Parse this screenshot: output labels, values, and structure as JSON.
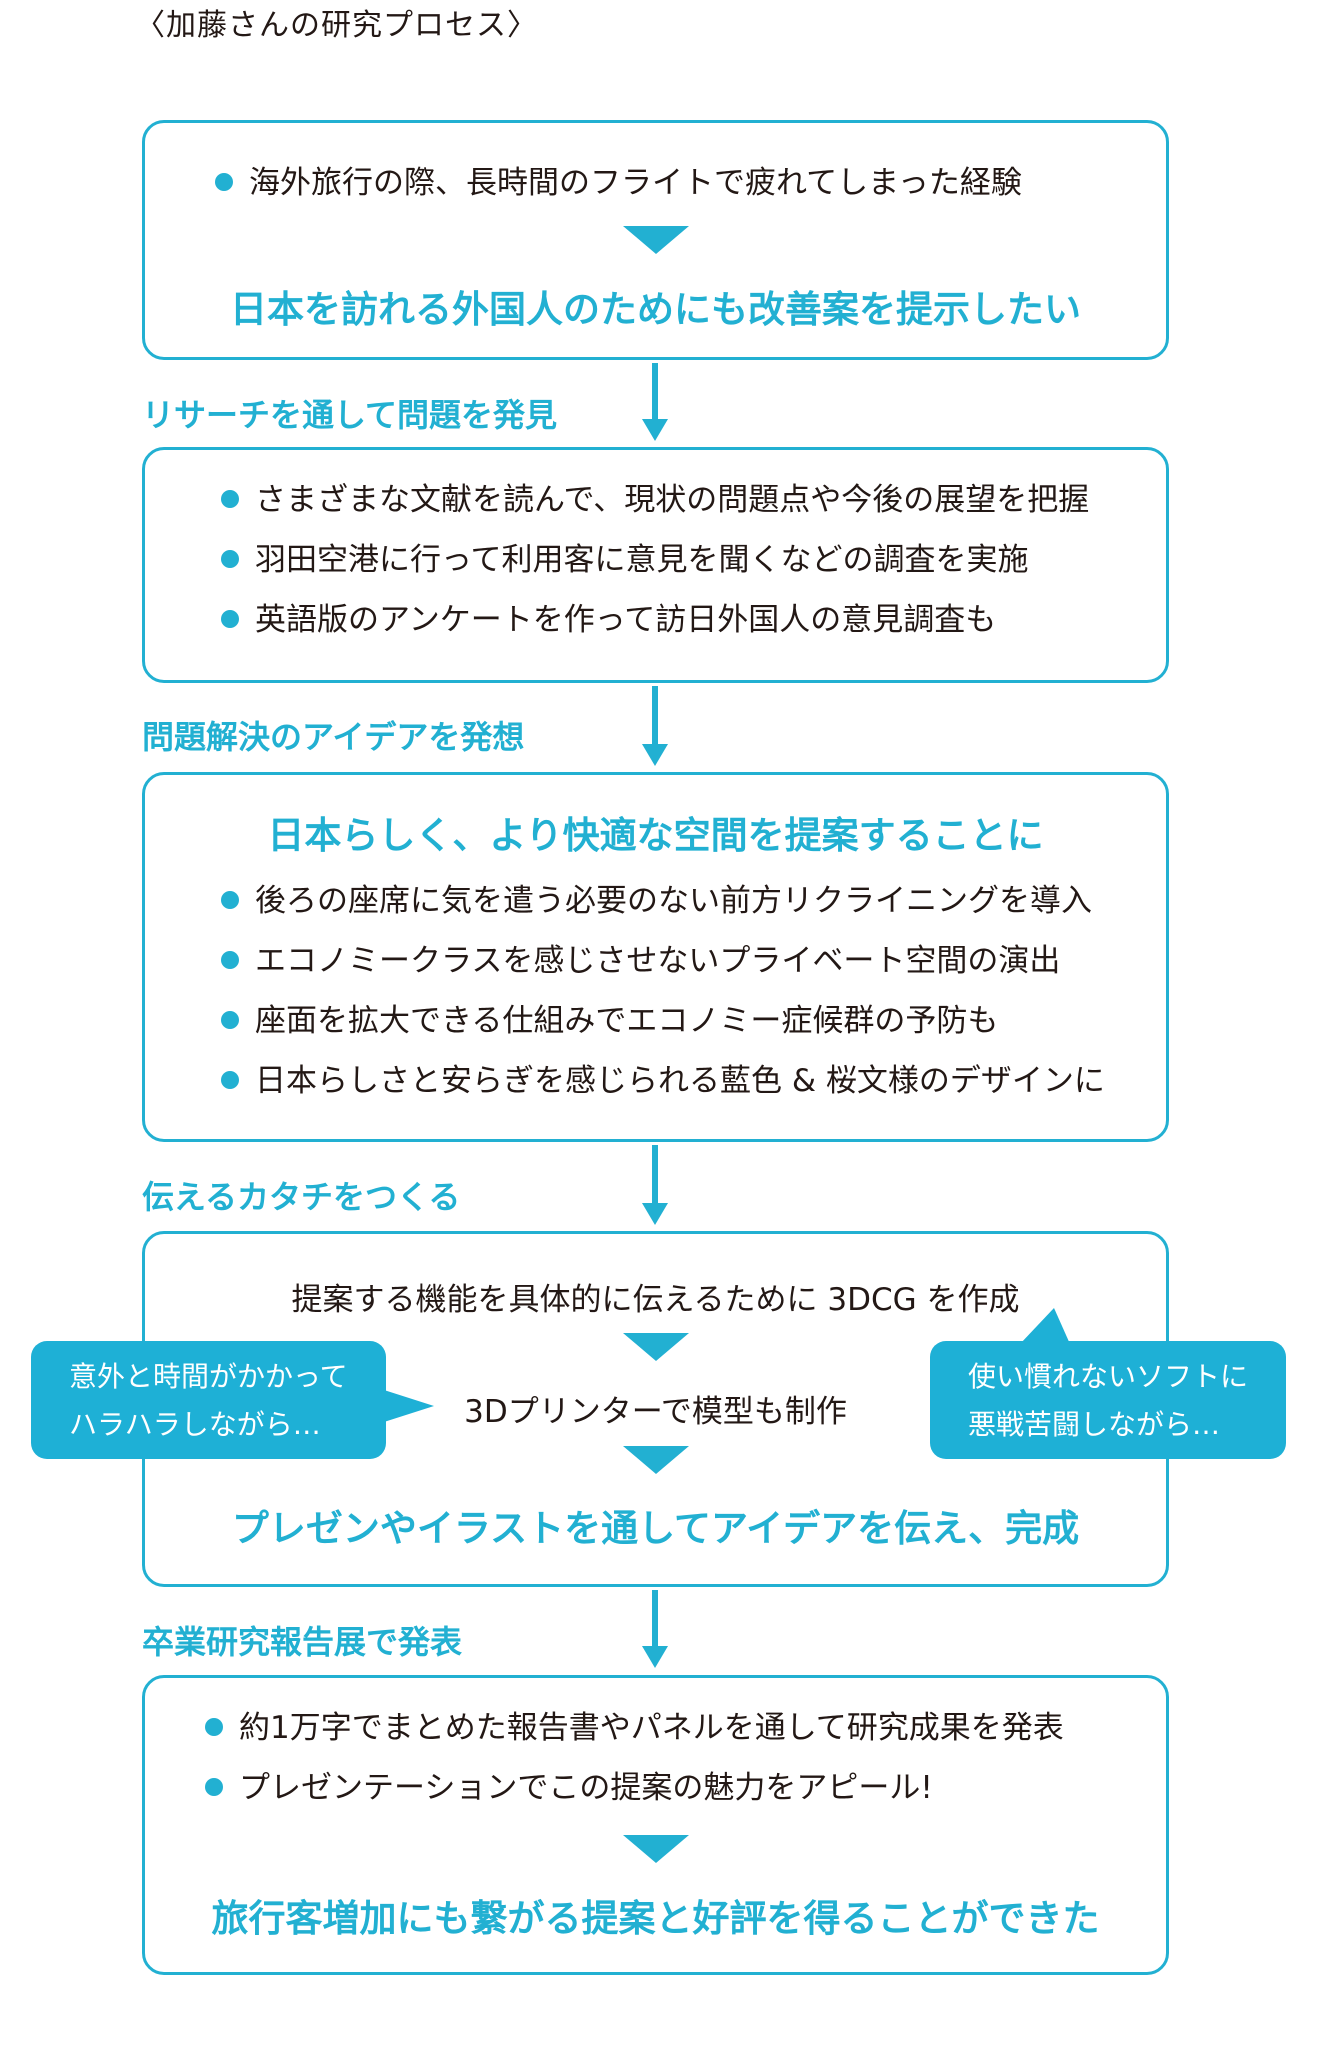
{
  "title": "〈加藤さんの研究プロセス〉",
  "colors": {
    "accent": "#22b0d2",
    "text": "#231815",
    "bubble": "#1eb0d6"
  },
  "box1": {
    "bullets": [
      "海外旅行の際、長時間のフライトで疲れてしまった経験"
    ],
    "result": "日本を訪れる外国人のためにも改善案を提示したい"
  },
  "step2": {
    "label": "リサーチを通して問題を発見",
    "bullets": [
      "さまざまな文献を読んで、現状の問題点や今後の展望を把握",
      "羽田空港に行って利用客に意見を聞くなどの調査を実施",
      "英語版のアンケートを作って訪日外国人の意見調査も"
    ]
  },
  "step3": {
    "label": "問題解決のアイデアを発想",
    "headline": "日本らしく、より快適な空間を提案することに",
    "bullets": [
      "後ろの座席に気を遣う必要のない前方リクライニングを導入",
      "エコノミークラスを感じさせないプライベート空間の演出",
      "座面を拡大できる仕組みでエコノミー症候群の予防も",
      "日本らしさと安らぎを感じられる藍色 & 桜文様のデザインに"
    ]
  },
  "step4": {
    "label": "伝えるカタチをつくる",
    "line1": "提案する機能を具体的に伝えるために 3DCG を作成",
    "line2": "3Dプリンターで模型も制作",
    "result": "プレゼンやイラストを通してアイデアを伝え、完成",
    "bubble_left": [
      "意外と時間がかかって",
      "ハラハラしながら…"
    ],
    "bubble_right": [
      "使い慣れないソフトに",
      "悪戦苦闘しながら…"
    ]
  },
  "step5": {
    "label": "卒業研究報告展で発表",
    "bullets": [
      "約1万字でまとめた報告書やパネルを通して研究成果を発表",
      "プレゼンテーションでこの提案の魅力をアピール!"
    ],
    "result": "旅行客増加にも繋がる提案と好評を得ることができた"
  }
}
